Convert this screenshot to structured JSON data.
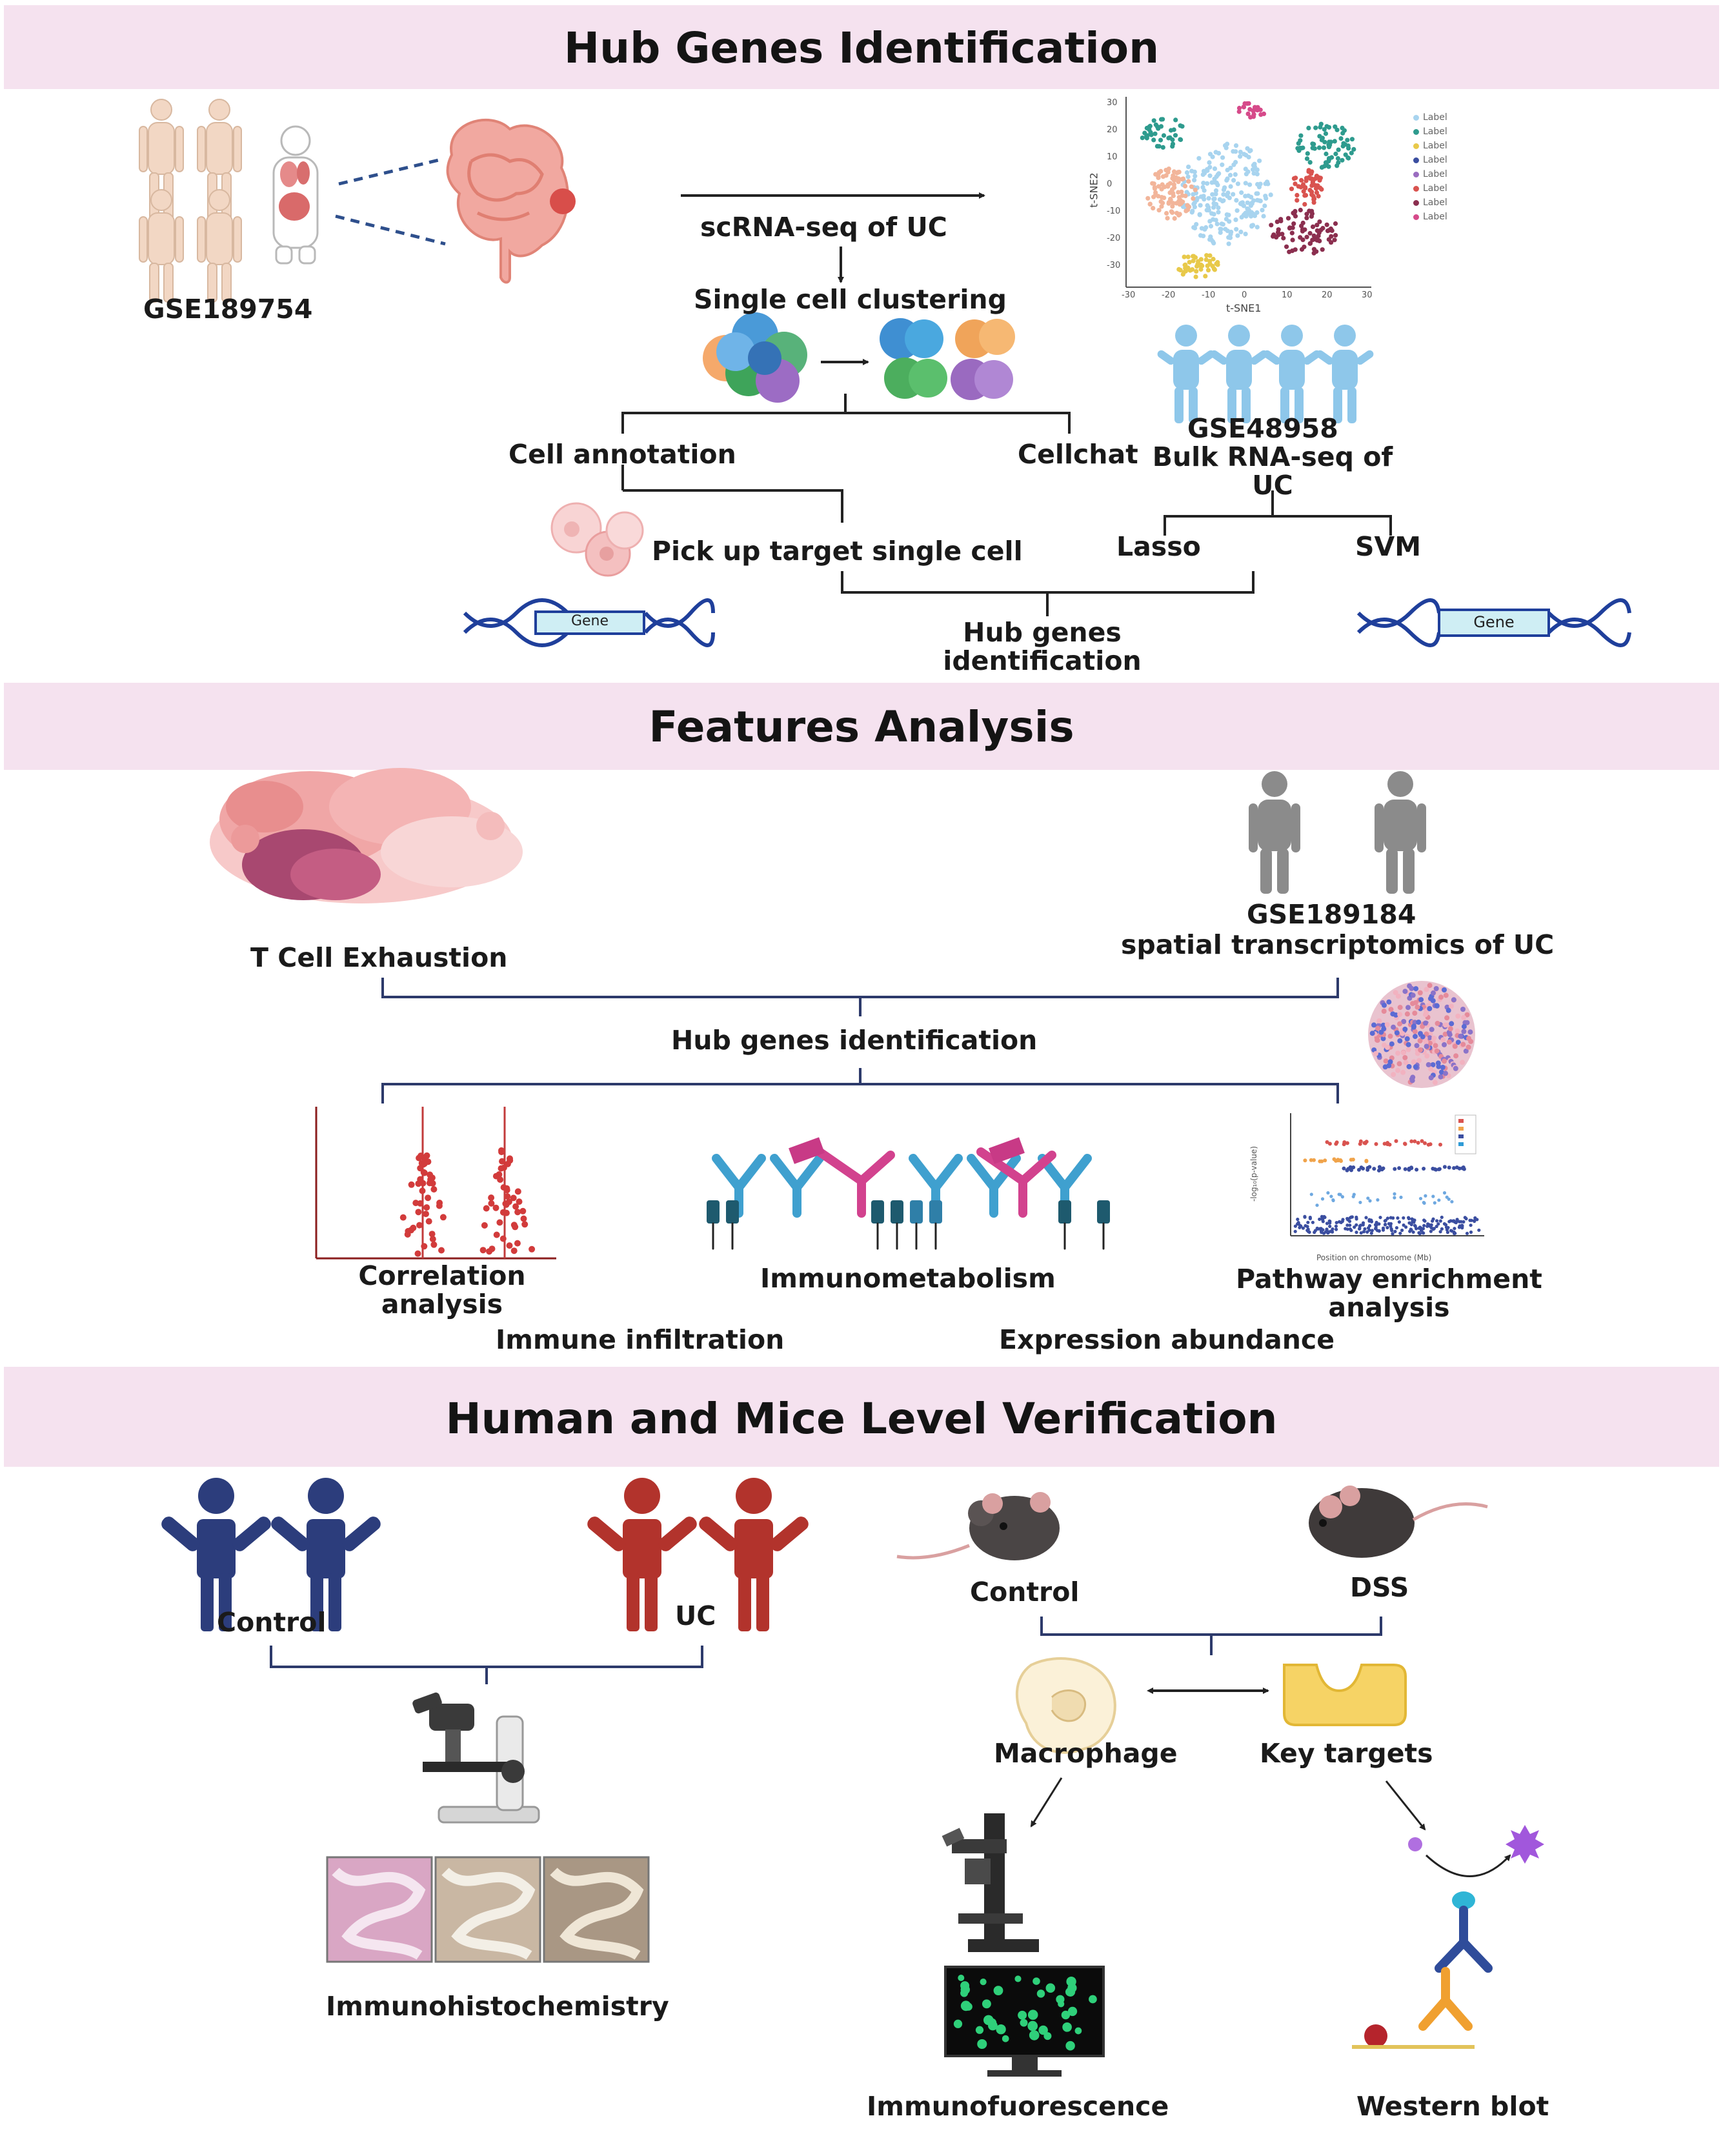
{
  "sections": {
    "hub": {
      "title": "Hub Genes Identification"
    },
    "features": {
      "title": "Features Analysis"
    },
    "verification": {
      "title": "Human and Mice Level Verification"
    }
  },
  "hub": {
    "dataset_sc": "GSE189754",
    "scrna": "scRNA-seq of UC",
    "clustering": "Single cell clustering",
    "annotation": "Cell annotation",
    "cellchat": "Cellchat",
    "pickup": "Pick up target single cell",
    "dataset_bulk": "GSE48958",
    "bulk": "Bulk RNA-seq of UC",
    "lasso": "Lasso",
    "svm": "SVM",
    "hub_genes": "Hub genes identification",
    "gene_label": "Gene",
    "tsne": {
      "xlabel": "t-SNE1",
      "ylabel": "t-SNE2",
      "xticks": [
        "-30",
        "-20",
        "-10",
        "0",
        "10",
        "20",
        "30"
      ],
      "yticks": [
        "30",
        "20",
        "10",
        "0",
        "-10",
        "-20",
        "-30"
      ],
      "legend": [
        "Label",
        "Label",
        "Label",
        "Label",
        "Label",
        "Label",
        "Label",
        "Label"
      ],
      "legend_colors": [
        "#a8d4ef",
        "#2e9b8e",
        "#e8c94a",
        "#3b4ea0",
        "#9a6cc0",
        "#d9534f",
        "#8b2f4f",
        "#d64a8a"
      ]
    }
  },
  "features": {
    "exhaustion": "T Cell Exhaustion",
    "dataset_spatial": "GSE189184",
    "spatial": "spatial transcriptomics of UC",
    "hub_genes": "Hub genes identification",
    "correlation": "Correlation analysis",
    "immune_infiltration": "Immune infiltration",
    "immunometabolism": "Immunometabolism",
    "pathway": "Pathway enrichment analysis",
    "expression": "Expression abundance",
    "manhattan": {
      "ylabel": "-log₁₀(p-value)",
      "xlabel": "Position on chromosome (Mb)"
    }
  },
  "verification": {
    "control_human": "Control",
    "uc": "UC",
    "control_mouse": "Control",
    "dss": "DSS",
    "macrophage": "Macrophage",
    "key_targets": "Key targets",
    "ihc": "Immunohistochemistry",
    "if": "Immunofuorescence",
    "wb": "Western blot"
  },
  "colors": {
    "banner": "#f5e2ef",
    "bracket": "#2d3a6b",
    "control_figure": "#2c3d7c",
    "uc_figure": "#b2332c",
    "dna": "#1f3f9b",
    "gene_box": "#cfeef4"
  }
}
